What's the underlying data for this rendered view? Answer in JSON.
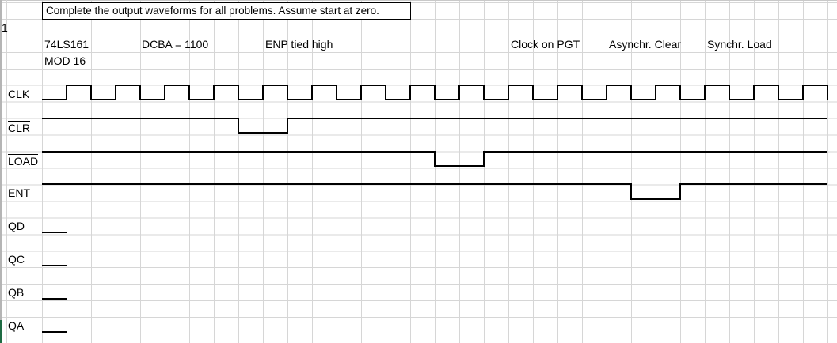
{
  "instruction": "Complete the output waveforms for all problems. Assume start at zero.",
  "problem_number": "1",
  "chip": {
    "part": "74LS161",
    "mod": "MOD 16",
    "dcba": "DCBA = 1100",
    "enp": "ENP tied high",
    "clock": "Clock on PGT",
    "clear": "Asynchr. Clear",
    "load": "Synchr. Load"
  },
  "colors": {
    "grid": "#d6d6d6",
    "trace": "#000000",
    "selection_green": "#1e6b43"
  },
  "chart_data": {
    "type": "timing-diagram",
    "title": "74LS161 MOD 16 counter exercise, problem 1",
    "x_unit": "half clock cycles (grid cells)",
    "cells_total": 32,
    "clock_pulses": 16,
    "signals": [
      {
        "name": "CLK",
        "overline": false,
        "levels": "01010101010101010101010101010101",
        "end_falling_edge": true
      },
      {
        "name": "CLR",
        "overline": true,
        "levels": "11111111001111111111111111111111",
        "end_falling_edge": false
      },
      {
        "name": "LOAD",
        "overline": true,
        "levels": "11111111111111110011111111111111",
        "end_falling_edge": false
      },
      {
        "name": "ENT",
        "overline": false,
        "levels": "11111111111111111111111100111111",
        "end_falling_edge": false
      },
      {
        "name": "QD",
        "overline": false,
        "levels": "0",
        "end_falling_edge": false
      },
      {
        "name": "QC",
        "overline": false,
        "levels": "0",
        "end_falling_edge": false
      },
      {
        "name": "QB",
        "overline": false,
        "levels": "0",
        "end_falling_edge": false
      },
      {
        "name": "QA",
        "overline": false,
        "levels": "0",
        "end_falling_edge": false
      }
    ]
  }
}
